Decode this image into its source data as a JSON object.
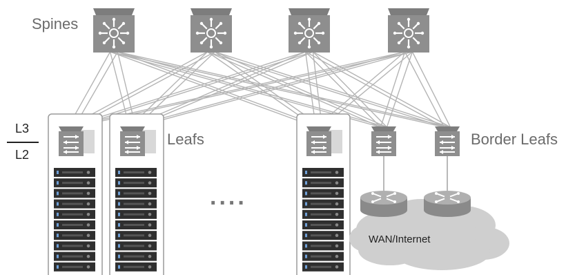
{
  "labels": {
    "spines": "Spines",
    "leafs": "Leafs",
    "border_leafs": "Border Leafs",
    "l3": "L3",
    "l2": "L2",
    "ellipsis": "....",
    "wan": "WAN/Internet"
  },
  "colors": {
    "device_top": "#7d7d7d",
    "device_body": "#8e8e8e",
    "device_dark": "#555555",
    "link": "#b4b4b4",
    "rack_border": "#9a9a9a",
    "server": "#2f2f2f",
    "cloud": "#cfcfcf",
    "router": "#9a9a9a"
  },
  "icons": {
    "spine": "spine-switch-icon",
    "leaf": "leaf-switch-icon",
    "router": "router-icon",
    "server": "server-icon",
    "cloud": "cloud-icon"
  }
}
